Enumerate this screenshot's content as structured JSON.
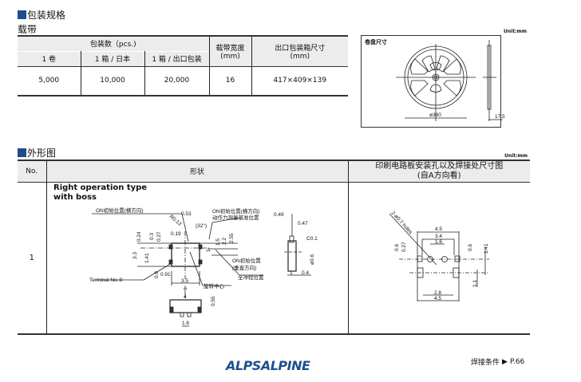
{
  "packaging": {
    "title": "包装规格",
    "subtitle": "载带",
    "headers": {
      "qty": "包装数（pcs.)",
      "reel": "1 卷",
      "box_jp": "1 箱 / 日本",
      "box_export": "1 箱 / 出口包装",
      "tape_width": "载带宽度",
      "tape_width_unit": "(mm)",
      "box_size": "出口包装箱尺寸",
      "box_size_unit": "(mm)"
    },
    "row": {
      "reel": "5,000",
      "box_jp": "10,000",
      "box_export": "20,000",
      "tape_width": "16",
      "box_size": "417×409×139"
    }
  },
  "reel": {
    "unit": "Unit:mm",
    "title": "卷盘尺寸",
    "diameter": "ø380",
    "width": "17.5"
  },
  "outline": {
    "title": "外形图",
    "unit": "Unit:mm",
    "headers": {
      "no": "No.",
      "shape": "形状",
      "pcb": "印刷电路板安装孔以及焊接处尺寸图",
      "pcb_sub": "(自A方向看)"
    },
    "row": {
      "no": "1",
      "type_line1": "Right operation type",
      "type_line2": "with boss"
    },
    "labels": {
      "on_init_h": "ON初始位置(横方向)",
      "d053": "0.53",
      "r013": "R0.13",
      "a32": "(32°)",
      "d019": "0.19",
      "d024": "0.24",
      "d03": "0.3",
      "d027": "0.27",
      "d33": "3.3",
      "d141": "1.41",
      "d08": "0.8",
      "d091": "0.91",
      "d35": "3.5",
      "rot_center": "旋转中心",
      "terminal": "Terminal No.①",
      "on_init_h2": "ON初始位置(横方向)",
      "force_ref": "动作力测量基准位置",
      "d15": "1.5",
      "d22": "2.2",
      "d255": "2.55",
      "d1": "1",
      "on_init_v": "ON初始位置",
      "on_init_v2": "(垂直方向)",
      "full_stroke": "全冲程位置",
      "d049": "0.49",
      "d047": "0.47",
      "c01": "C0.1",
      "p06": "ø0.6",
      "s1": "1",
      "s04": "0.4",
      "a": "A",
      "d4": "4",
      "d055": "0.55",
      "d16": "1.6"
    },
    "pcb": {
      "holes": "2-ø0.7 holes",
      "w45": "4.5",
      "w34": "3.4",
      "w16": "1.6",
      "h06a": "0.6",
      "h027": "0.27",
      "h06b": "0.6",
      "h141": "1.41",
      "h11": "1.1",
      "w28": "2.8",
      "w45b": "4.5"
    }
  },
  "footer": {
    "logo": "ALPSALPINE",
    "link": "焊接条件",
    "page": "P.66"
  }
}
